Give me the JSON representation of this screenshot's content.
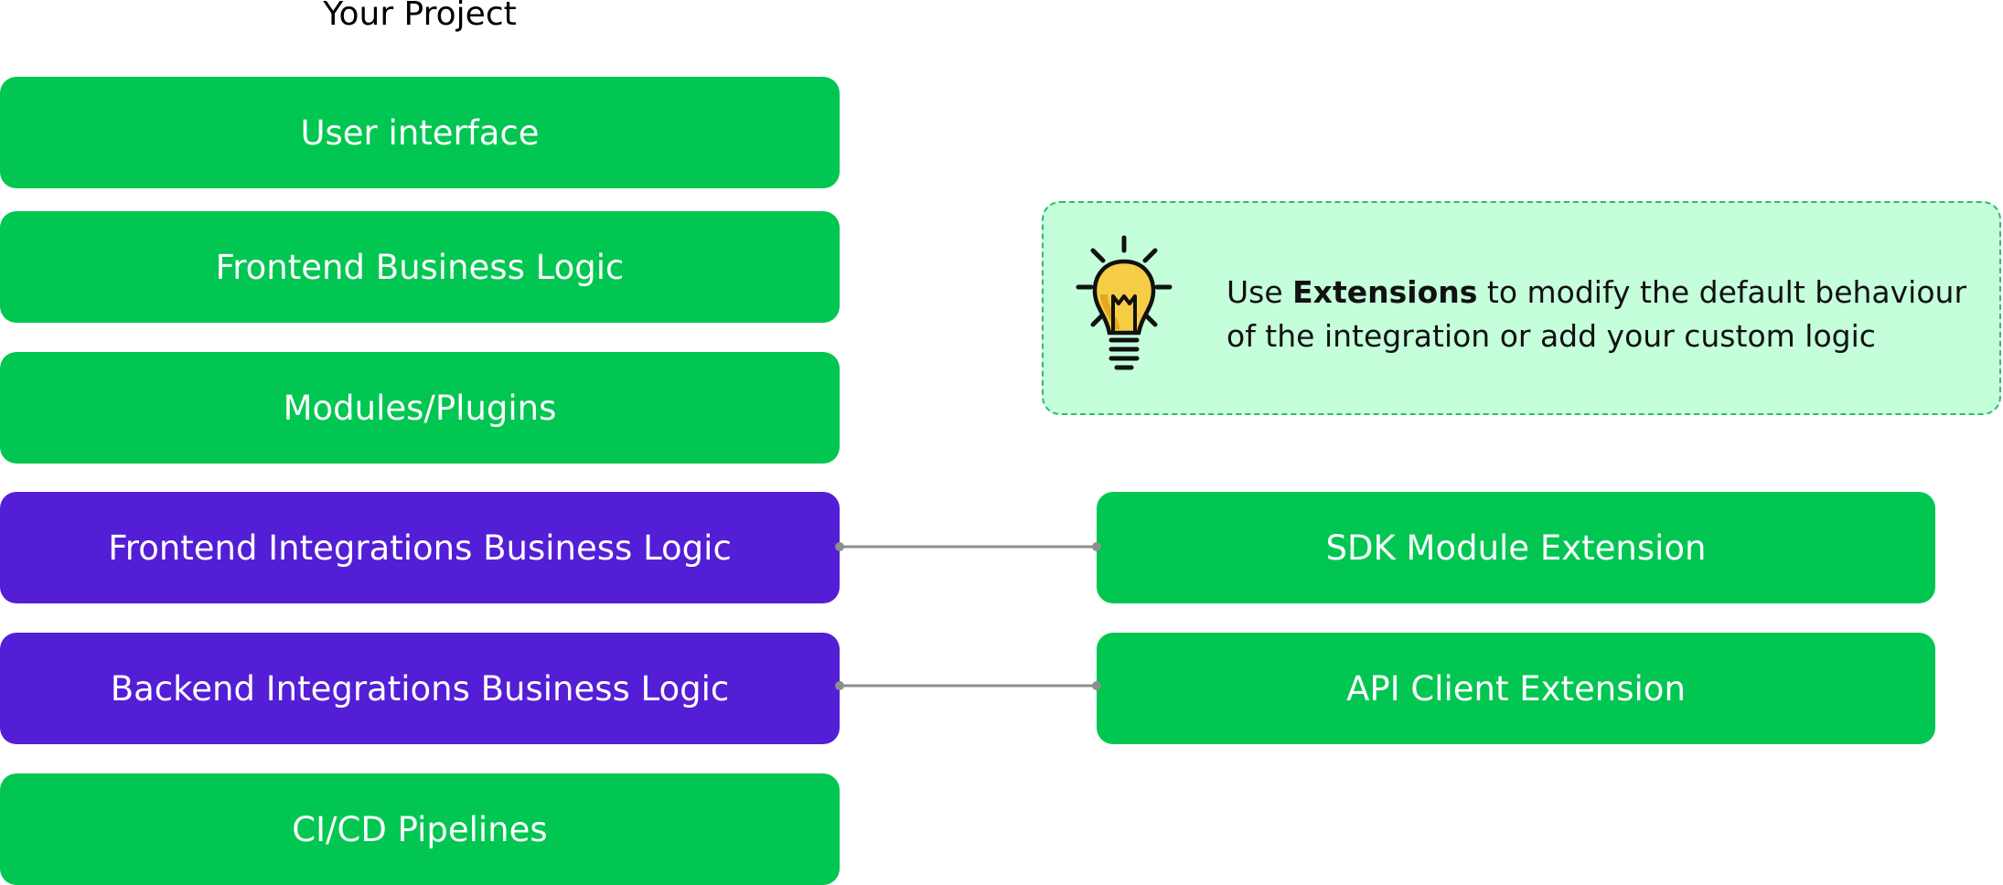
{
  "title": "Your Project",
  "stack": [
    {
      "label": "User interface",
      "color": "#02c652"
    },
    {
      "label": "Frontend Business Logic",
      "color": "#02c652"
    },
    {
      "label": "Modules/Plugins",
      "color": "#02c652"
    },
    {
      "label": "Frontend Integrations Business Logic",
      "color": "#531ed6"
    },
    {
      "label": "Backend Integrations Business Logic",
      "color": "#531ed6"
    },
    {
      "label": "CI/CD Pipelines",
      "color": "#02c652"
    }
  ],
  "extensions": [
    {
      "label": "SDK Module Extension",
      "color": "#02c652"
    },
    {
      "label": "API Client Extension",
      "color": "#02c652"
    }
  ],
  "note": {
    "icon": "lightbulb-icon",
    "text_before": "Use ",
    "text_bold": "Extensions",
    "text_after": " to modify the default behaviour of the integration or add your custom logic",
    "background": "#c4fedb"
  },
  "colors": {
    "green": "#02c652",
    "purple": "#531ed6",
    "connector": "#8a8f91"
  }
}
